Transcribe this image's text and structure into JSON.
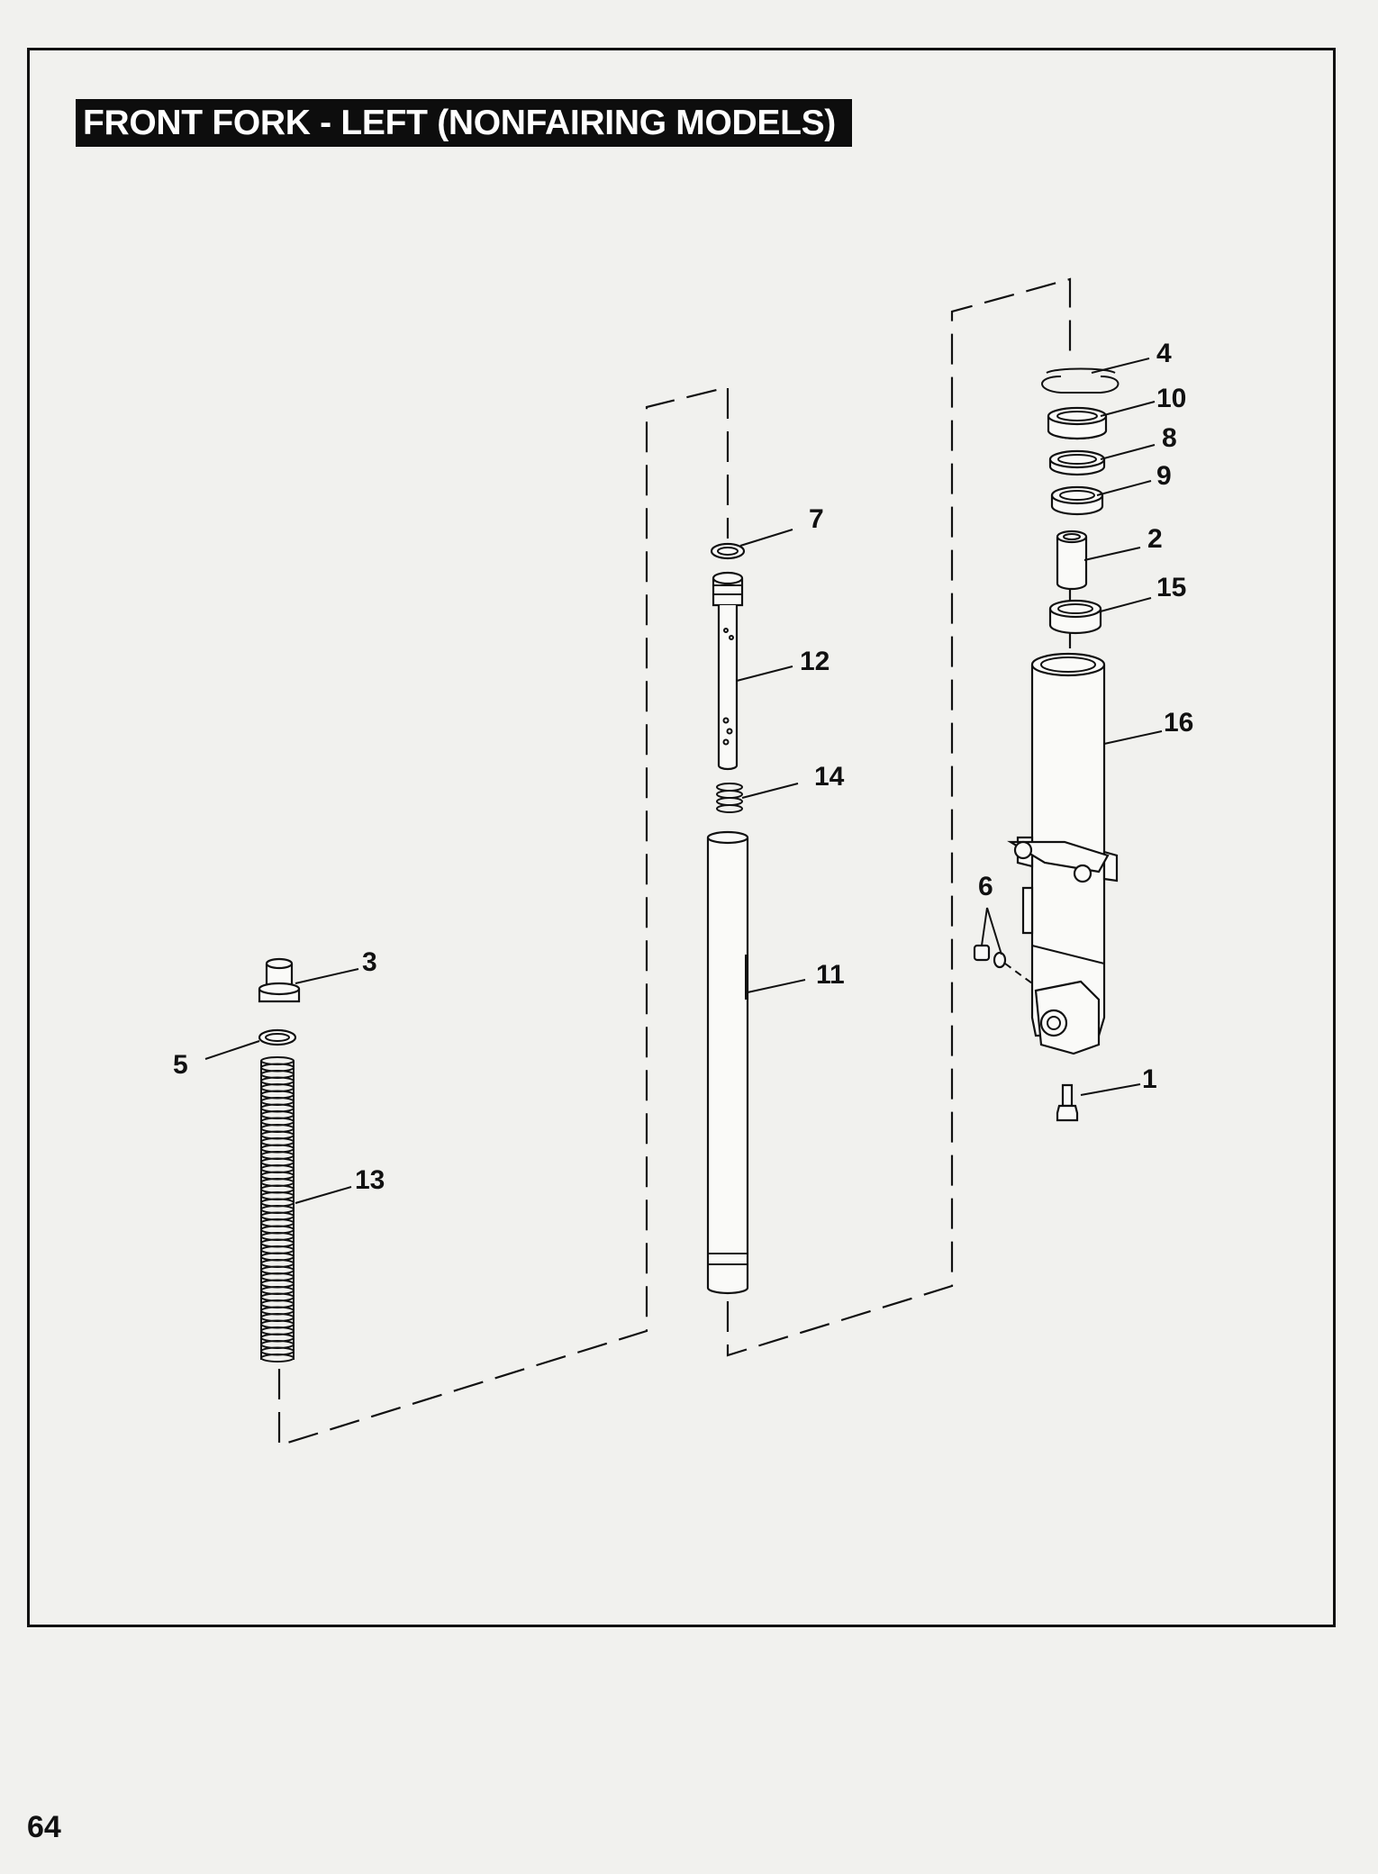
{
  "title": "FRONT FORK - LEFT (NONFAIRING MODELS)",
  "page_number": "64",
  "callouts": {
    "c1": "1",
    "c2": "2",
    "c3": "3",
    "c4": "4",
    "c5": "5",
    "c6": "6",
    "c7": "7",
    "c8": "8",
    "c9": "9",
    "c10": "10",
    "c11": "11",
    "c12": "12",
    "c13": "13",
    "c14": "14",
    "c15": "15",
    "c16": "16"
  }
}
